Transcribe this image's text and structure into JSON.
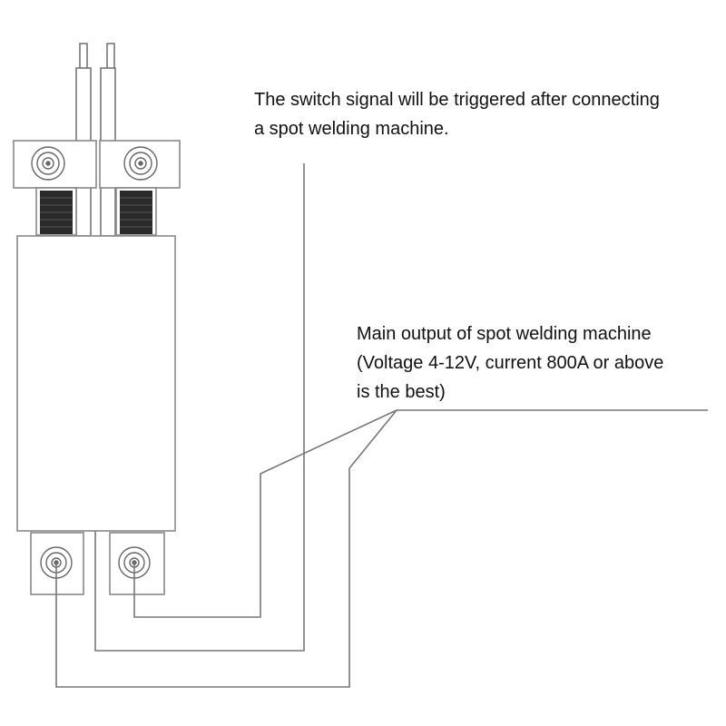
{
  "labels": {
    "switch_signal": {
      "line1": "The switch signal will be triggered after connecting",
      "line2": "a spot welding machine."
    },
    "main_output": {
      "line1": "Main output of spot welding machine",
      "line2": "(Voltage 4-12V, current 800A or above",
      "line3": "is the best)"
    }
  },
  "colors": {
    "line": "#777777",
    "body_stroke": "#888888",
    "coil": "#2a2a2a",
    "text": "#111111"
  }
}
